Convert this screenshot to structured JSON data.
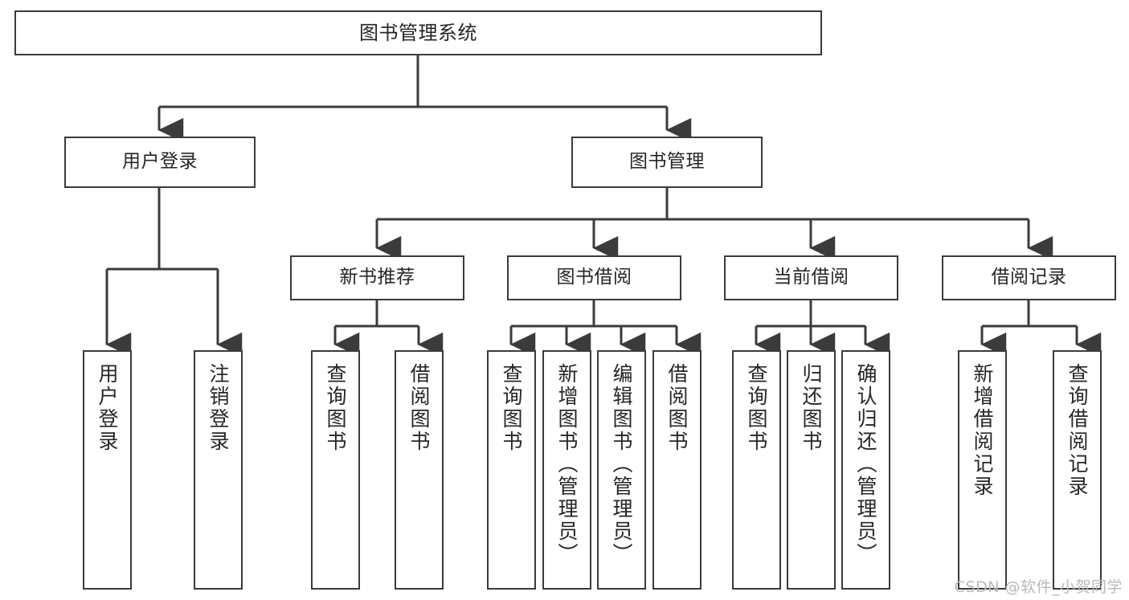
{
  "diagram": {
    "title": "图书管理系统",
    "type": "tree-hierarchy",
    "orientation": "top-down",
    "colors": {
      "box_border": "#3b3b3b",
      "box_fill": "#ffffff",
      "text": "#262626",
      "connector": "#3b3b3b",
      "watermark": "#b9b9b9",
      "background": "#ffffff"
    }
  },
  "nodes": {
    "root": {
      "label": "图书管理系统"
    },
    "level2": [
      {
        "id": "user-login",
        "label": "用户登录"
      },
      {
        "id": "book-management",
        "label": "图书管理"
      }
    ],
    "level3": [
      {
        "id": "new-book-recommend",
        "label": "新书推荐"
      },
      {
        "id": "book-borrow",
        "label": "图书借阅"
      },
      {
        "id": "current-borrow",
        "label": "当前借阅"
      },
      {
        "id": "borrow-record",
        "label": "借阅记录"
      }
    ],
    "leaves": [
      {
        "id": "leaf-user-login",
        "label": "用户登录",
        "parent": "user-login"
      },
      {
        "id": "leaf-logout-login",
        "label": "注销登录",
        "parent": "user-login"
      },
      {
        "id": "leaf-query-book-1",
        "label": "查询图书",
        "parent": "new-book-recommend"
      },
      {
        "id": "leaf-borrow-book-1",
        "label": "借阅图书",
        "parent": "new-book-recommend"
      },
      {
        "id": "leaf-query-book-2",
        "label": "查询图书",
        "parent": "book-borrow"
      },
      {
        "id": "leaf-add-book",
        "label": "新增图书（管理员）",
        "parent": "book-borrow"
      },
      {
        "id": "leaf-edit-book",
        "label": "编辑图书（管理员）",
        "parent": "book-borrow"
      },
      {
        "id": "leaf-borrow-book-2",
        "label": "借阅图书",
        "parent": "book-borrow"
      },
      {
        "id": "leaf-query-book-3",
        "label": "查询图书",
        "parent": "current-borrow"
      },
      {
        "id": "leaf-return-book",
        "label": "归还图书",
        "parent": "current-borrow"
      },
      {
        "id": "leaf-confirm-return",
        "label": "确认归还（管理员）",
        "parent": "current-borrow"
      },
      {
        "id": "leaf-add-record",
        "label": "新增借阅记录",
        "parent": "borrow-record"
      },
      {
        "id": "leaf-query-record",
        "label": "查询借阅记录",
        "parent": "borrow-record"
      }
    ]
  },
  "watermark": {
    "text": "CSDN @软件_小贺同学"
  }
}
